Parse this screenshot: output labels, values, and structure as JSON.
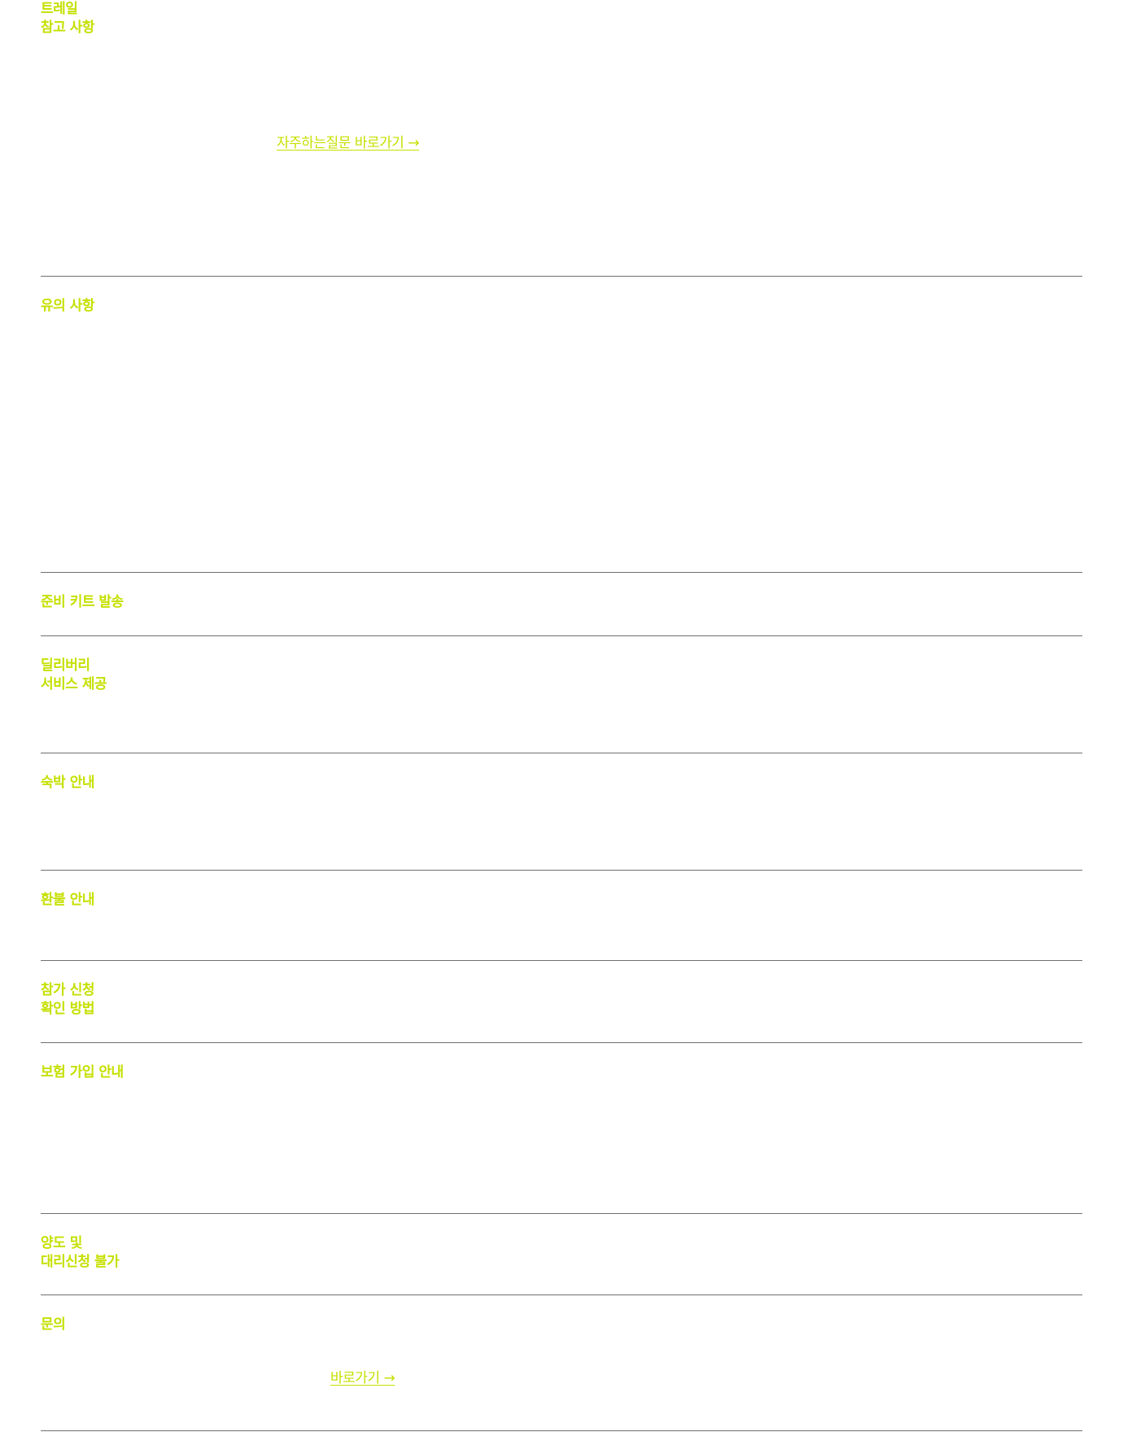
{
  "colors": {
    "accent": "#c5e000",
    "divider": "#6f6f6f",
    "background": "#ffffff"
  },
  "sections": [
    {
      "label": "트레일\n참고 사항",
      "link_label": "자주하는질문 바로가기 →"
    },
    {
      "label": "유의 사항"
    },
    {
      "label": "준비 키트 발송"
    },
    {
      "label": "딜리버리\n서비스 제공"
    },
    {
      "label": "숙박 안내"
    },
    {
      "label": "환불 안내"
    },
    {
      "label": "참가 신청\n확인 방법"
    },
    {
      "label": "보험 가입 안내"
    },
    {
      "label": "양도 및\n대리신청 불가"
    },
    {
      "label": "문의",
      "link_label": "바로가기 →"
    }
  ]
}
